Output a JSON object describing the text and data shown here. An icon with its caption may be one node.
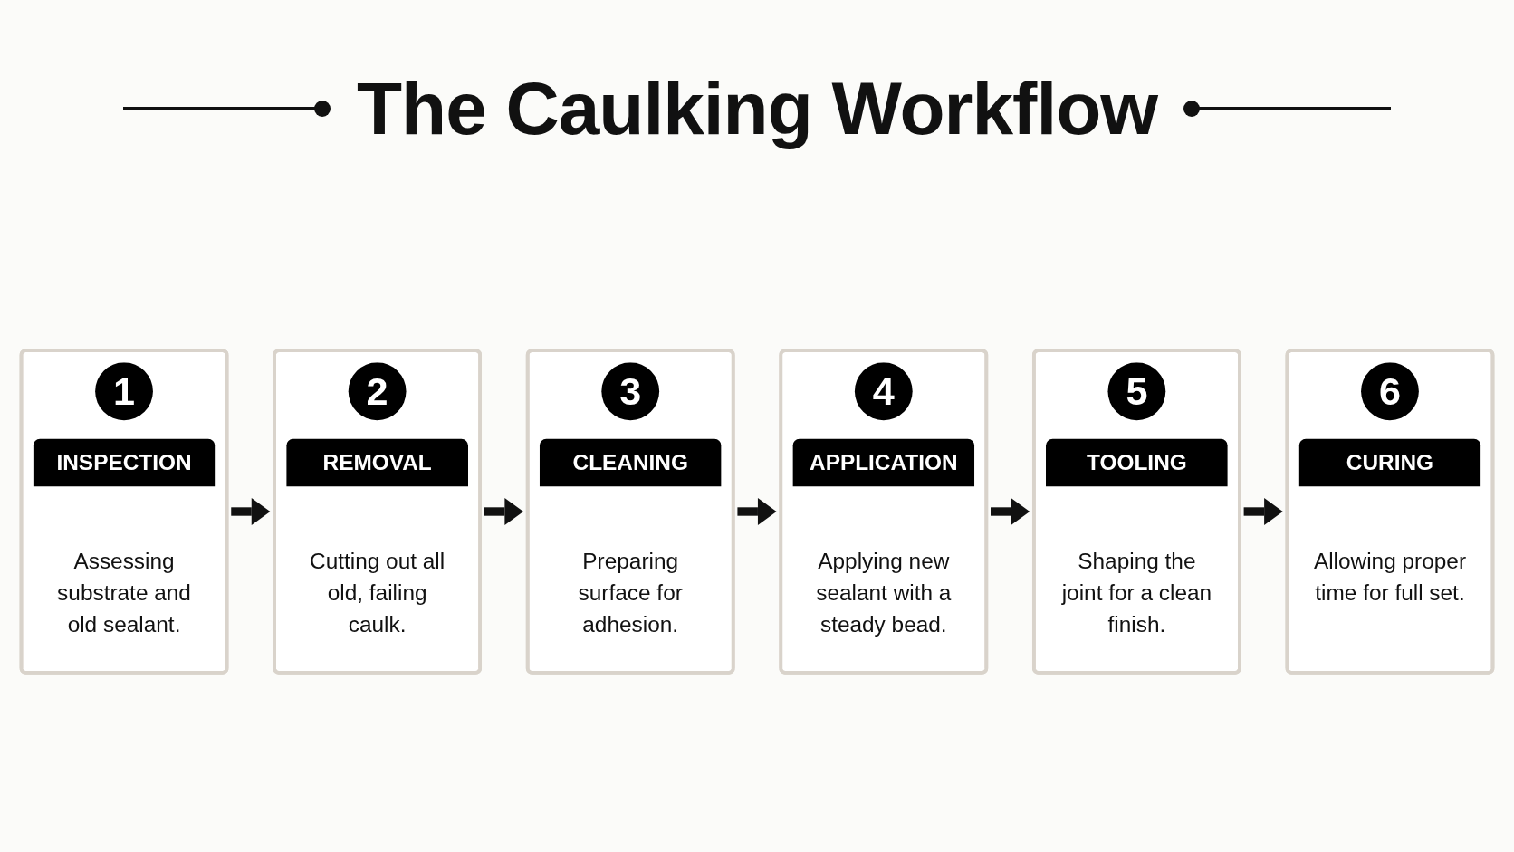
{
  "diagram": {
    "title": "The Caulking Workflow",
    "nodes": [
      {
        "text": [
          "1",
          "INSPECTION",
          "Assessing substrate and old sealant."
        ]
      },
      {
        "text": [
          "2",
          "REMOVAL",
          "Cutting out all old, failing caulk."
        ]
      },
      {
        "text": [
          "3",
          "CLEANING",
          "Preparing surface for adhesion."
        ]
      },
      {
        "text": [
          "4",
          "APPLICATION",
          "Applying new sealant with a steady bead."
        ]
      },
      {
        "text": [
          "5",
          "TOOLING",
          "Shaping the joint for a clean finish."
        ]
      },
      {
        "text": [
          "6",
          "CURING",
          "Allowing proper time for full set."
        ]
      }
    ],
    "edges": [
      {
        "from": 0,
        "to": 1,
        "arrow": "to"
      },
      {
        "from": 1,
        "to": 2,
        "arrow": "to"
      },
      {
        "from": 2,
        "to": 3,
        "arrow": "to"
      },
      {
        "from": 3,
        "to": 4,
        "arrow": "to"
      },
      {
        "from": 4,
        "to": 5,
        "arrow": "to"
      }
    ]
  }
}
